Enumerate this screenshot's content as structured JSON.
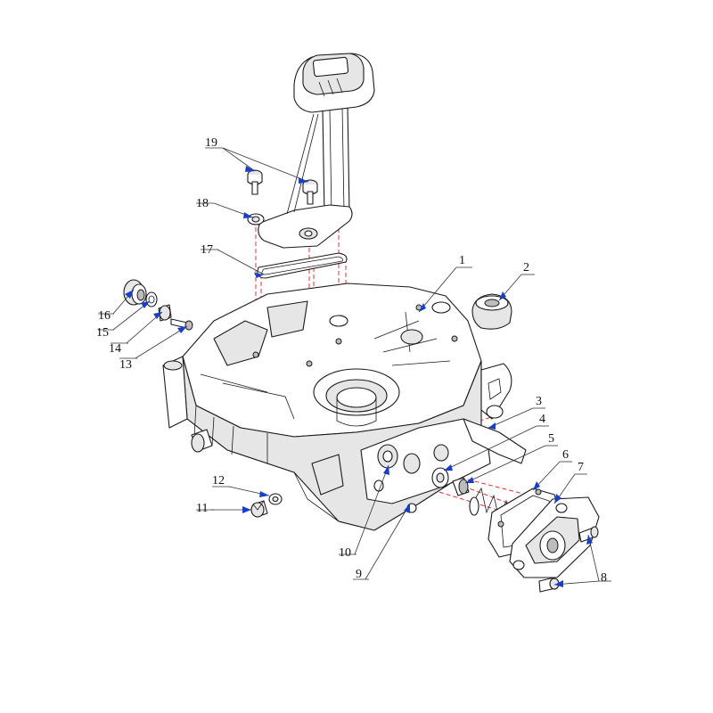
{
  "callouts": [
    {
      "id": "c1",
      "label": "1"
    },
    {
      "id": "c2",
      "label": "2"
    },
    {
      "id": "c3",
      "label": "3"
    },
    {
      "id": "c4",
      "label": "4"
    },
    {
      "id": "c5",
      "label": "5"
    },
    {
      "id": "c6",
      "label": "6"
    },
    {
      "id": "c7",
      "label": "7"
    },
    {
      "id": "c8",
      "label": "8"
    },
    {
      "id": "c9",
      "label": "9"
    },
    {
      "id": "c10",
      "label": "10"
    },
    {
      "id": "c11",
      "label": "11"
    },
    {
      "id": "c12",
      "label": "12"
    },
    {
      "id": "c13",
      "label": "13"
    },
    {
      "id": "c14",
      "label": "14"
    },
    {
      "id": "c15",
      "label": "15"
    },
    {
      "id": "c16",
      "label": "16"
    },
    {
      "id": "c17",
      "label": "17"
    },
    {
      "id": "c18",
      "label": "18"
    },
    {
      "id": "c19",
      "label": "19"
    }
  ],
  "colors": {
    "linework": "#1a1a1a",
    "assembly_lines": "#e11c1c",
    "arrowheads": "#1a3fc4"
  }
}
